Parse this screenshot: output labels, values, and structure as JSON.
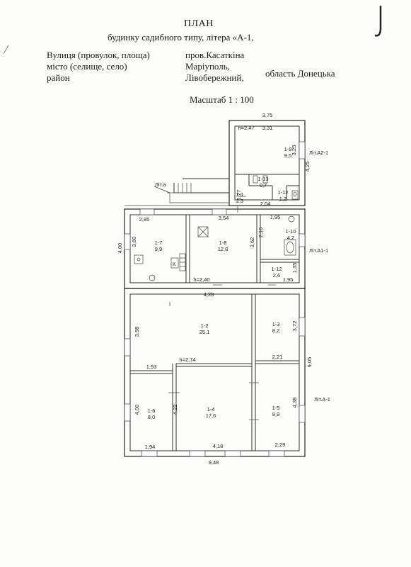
{
  "header": {
    "title": "ПЛАН",
    "subtitle": "будинку садибного типу, літера «А-1,",
    "street_label": "Вулиця (провулок, площа)",
    "street_value": "пров.Касаткіна",
    "city_label": "місто (селище, село)",
    "city_value": "Маріуполь,",
    "district_label": "район",
    "district_value": "Лівобережний,",
    "region_value": "область Донецька",
    "scale": "Масштаб 1 : 100"
  },
  "rooms": [
    {
      "id": "1-1",
      "area": "2,3"
    },
    {
      "id": "1-2",
      "area": "25,1"
    },
    {
      "id": "1-3",
      "area": "8,2"
    },
    {
      "id": "1-4",
      "area": "17,6"
    },
    {
      "id": "1-5",
      "area": "9,9"
    },
    {
      "id": "1-6",
      "area": "8,0"
    },
    {
      "id": "1-7",
      "area": "9,9"
    },
    {
      "id": "1-8",
      "area": "12,8"
    },
    {
      "id": "1-9",
      "area": "9,5"
    },
    {
      "id": "1-10",
      "area": "4,2"
    },
    {
      "id": "1-12",
      "area": "2,6"
    },
    {
      "id": "1-12",
      "area": "1,2"
    },
    {
      "id": "1-13",
      "area": "0,7"
    }
  ],
  "dimensions": [
    "3,75",
    "3,31",
    "3,25",
    "4,25",
    "1,27",
    "2,04",
    "3,54",
    "1,95",
    "2,85",
    "3,60",
    "4,00",
    "3,62",
    "2,16",
    "1,35",
    "1,95",
    "4,28",
    "3,98",
    "3,72",
    "2,21",
    "9,05",
    "1,93",
    "4,00",
    "4,22",
    "4,38",
    "1,94",
    "4,18",
    "2,29",
    "9,48"
  ],
  "heights": [
    "h=2,47",
    "h=2,40",
    "h=2,74"
  ],
  "labels": {
    "lit_a_porch": "Літ.а",
    "lit_a2": "Літ.А2-1",
    "lit_a1": "Літ.А1-1",
    "lit_a": "Літ.А-1",
    "stove": "К"
  }
}
